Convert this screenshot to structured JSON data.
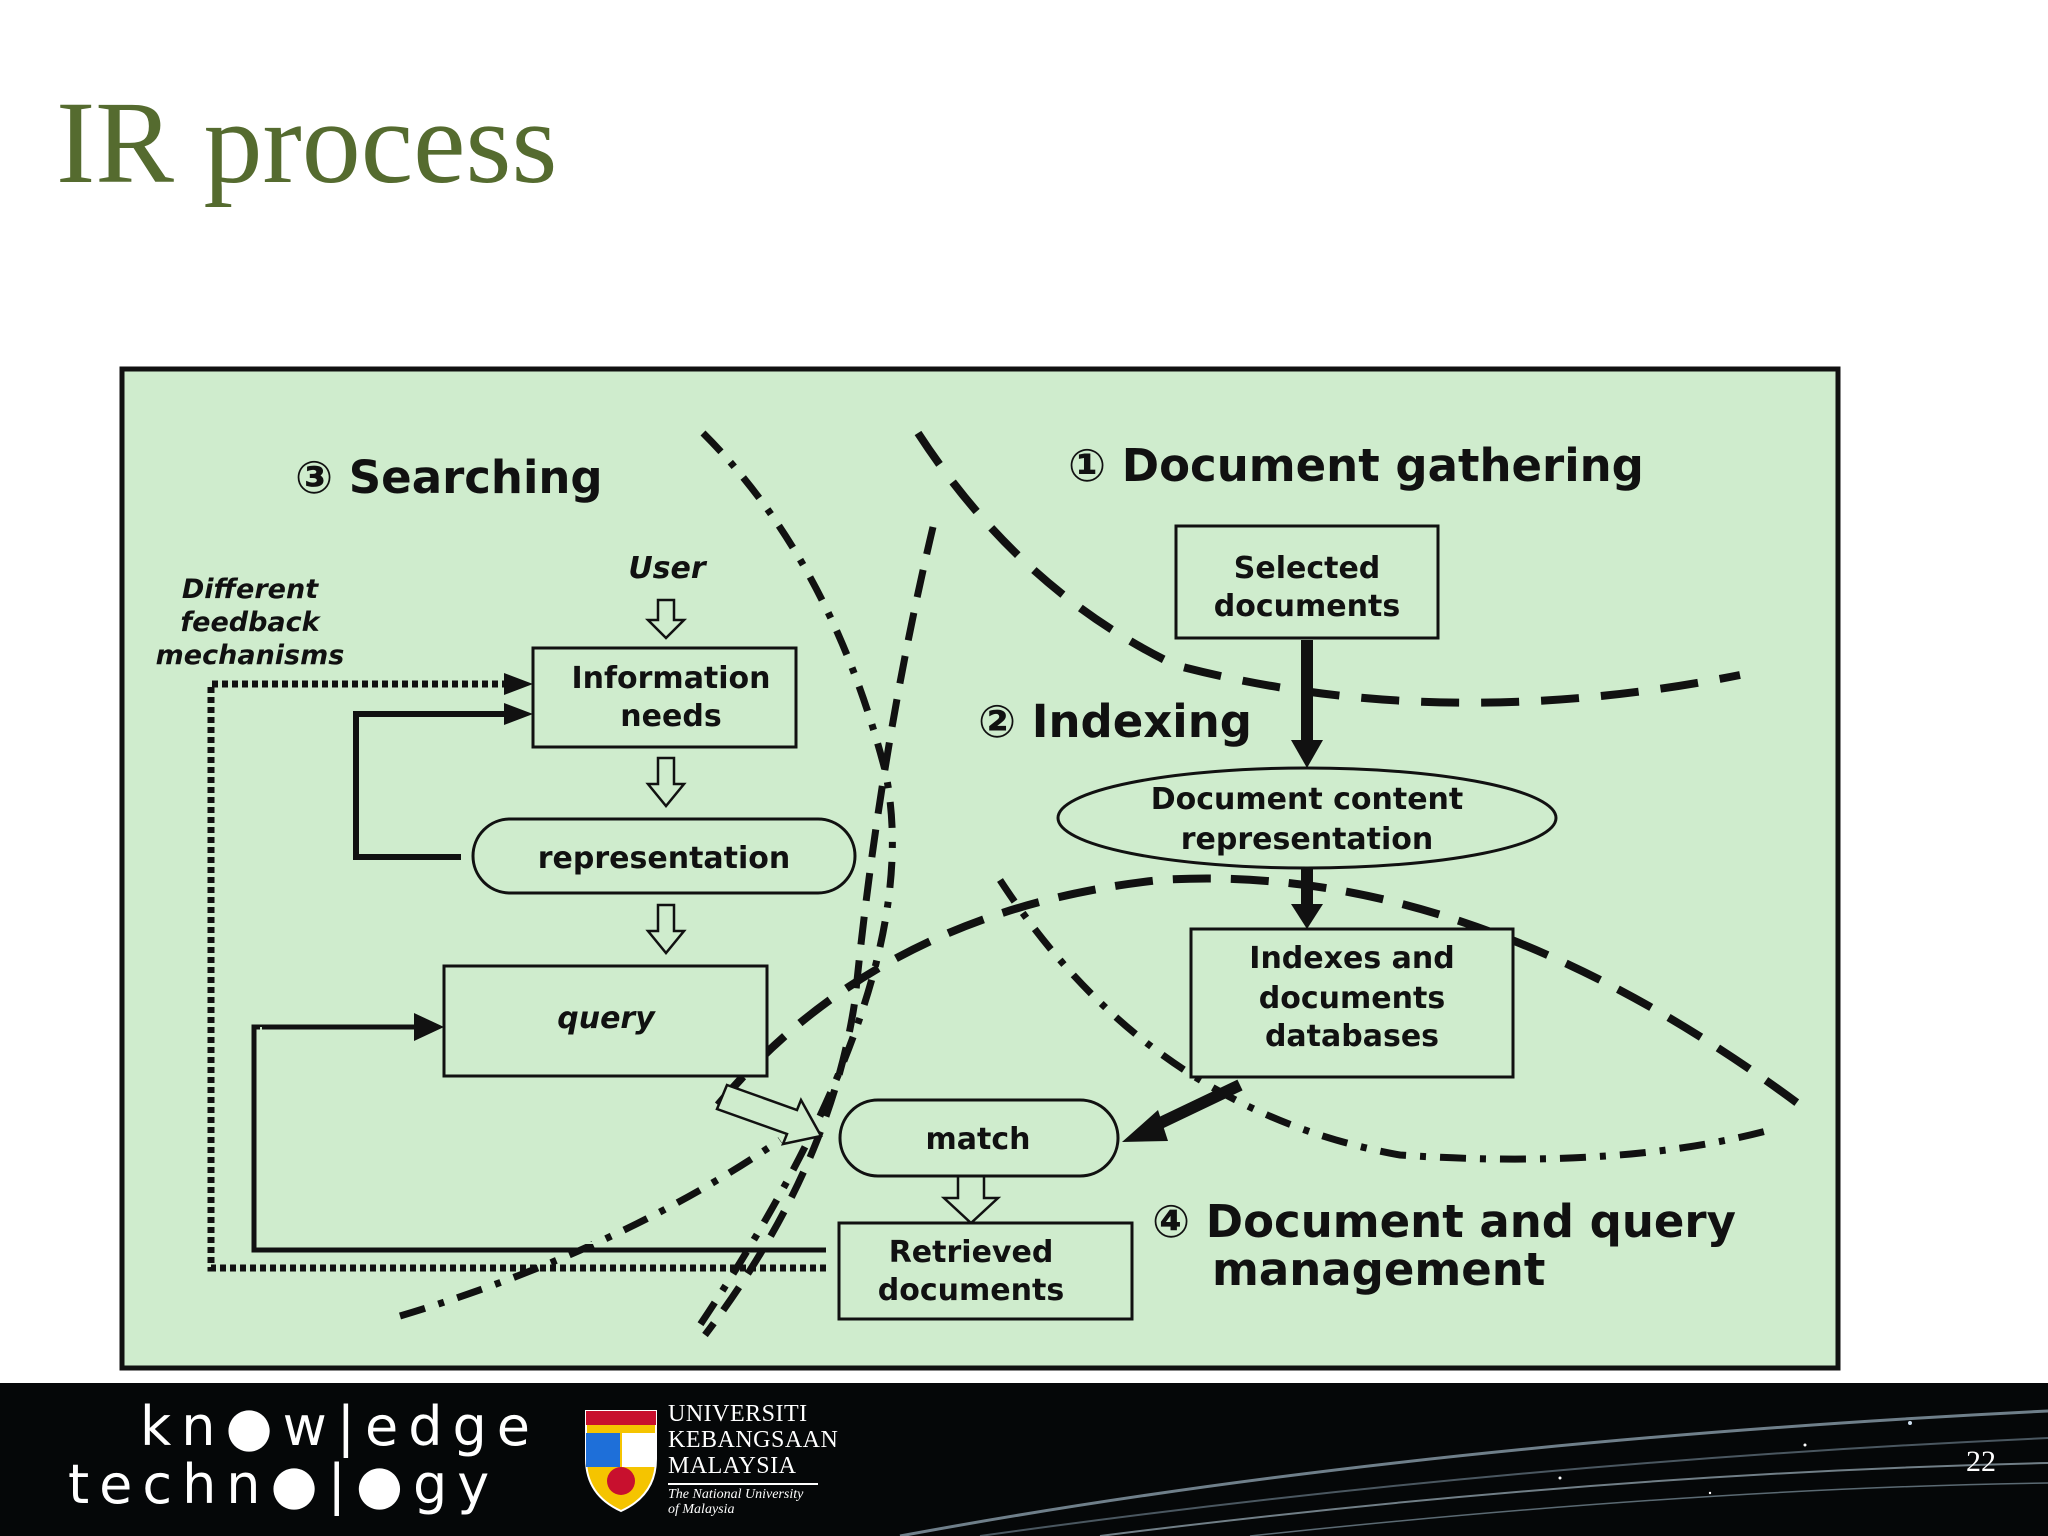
{
  "slide": {
    "title": "IR process",
    "page_number": "22"
  },
  "diagram": {
    "sections": {
      "searching": "③ Searching",
      "gathering": "① Document gathering",
      "indexing": "② Indexing",
      "management_line1": "④ Document and query",
      "management_line2": "management"
    },
    "nodes": {
      "user": "User",
      "info_needs_line1": "Information",
      "info_needs_line2": "needs",
      "representation": "representation",
      "query": "query",
      "match": "match",
      "retrieved_line1": "Retrieved",
      "retrieved_line2": "documents",
      "selected_line1": "Selected",
      "selected_line2": "documents",
      "doc_content_line1": "Document content",
      "doc_content_line2": "representation",
      "indexes_line1": "Indexes and",
      "indexes_line2": "documents",
      "indexes_line3": "databases"
    },
    "feedback": {
      "line1": "Different",
      "line2": "feedback",
      "line3": "mechanisms"
    },
    "colors": {
      "panel_bg": "#cfeccd",
      "ink": "#111111",
      "title": "#556b2f"
    }
  },
  "footer": {
    "logo_line1": "kn●w|edge",
    "logo_line2": "techn●|●gy",
    "university_line1": "UNIVERSITI",
    "university_line2": "KEBANGSAAN",
    "university_line3": "MALAYSIA",
    "tagline_line1": "The National University",
    "tagline_line2": "of Malaysia"
  }
}
